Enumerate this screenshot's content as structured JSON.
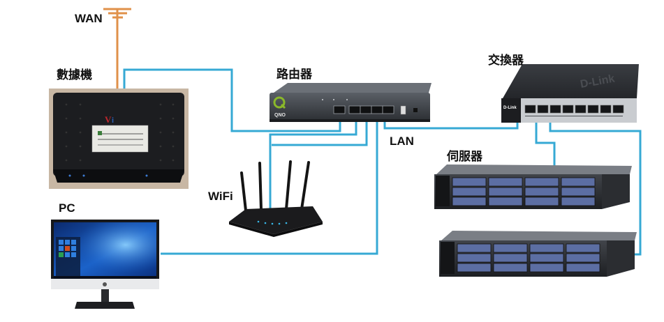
{
  "labels": {
    "wan": "WAN",
    "modem": "數據機",
    "router": "路由器",
    "switch": "交換器",
    "lan": "LAN",
    "servers": "伺服器",
    "wifi": "WiFi",
    "pc": "PC"
  },
  "device_text": {
    "router_brand": "QNO",
    "switch_brand": "D-Link"
  },
  "colors": {
    "wan_cable": "#E0914A",
    "lan_cable": "#36A9D4",
    "device_dark": "#2b2d30",
    "switch_front": "#c9ccd0"
  }
}
